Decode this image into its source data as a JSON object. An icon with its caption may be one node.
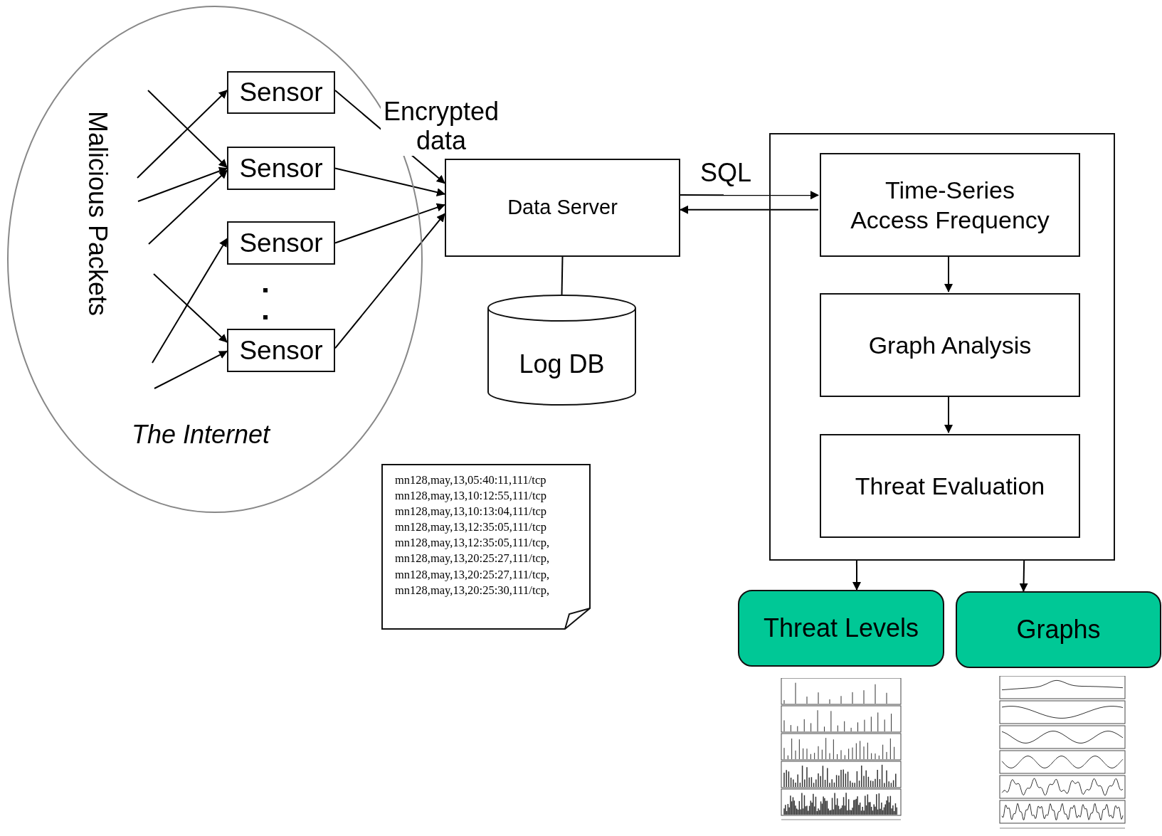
{
  "diagram": {
    "nodes": [
      {
        "text": [
          "The Internet"
        ]
      },
      {
        "text": [
          "Sensor"
        ],
        "in": 0
      },
      {
        "text": [
          "Sensor"
        ],
        "in": 0
      },
      {
        "text": [
          "Sensor"
        ],
        "in": 0
      },
      {
        "text": [
          "Sensor"
        ],
        "in": 0
      },
      {
        "text": [
          "Data Server"
        ]
      },
      {
        "text": [
          "Log DB"
        ]
      },
      {
        "text": [],
        "shape": "box"
      },
      {
        "text": [
          "Time-Series Access Frequency"
        ],
        "in": 7
      },
      {
        "text": [
          "Graph Analysis"
        ],
        "in": 7
      },
      {
        "text": [
          "Threat Evaluation"
        ],
        "in": 7
      },
      {
        "text": [
          "Threat Levels"
        ]
      },
      {
        "text": [
          "Graphs"
        ]
      },
      {
        "text": [
          "mn128,may,13,05:40:11,111/tcp",
          "mn128,may,13,10:12:55,111/tcp",
          "mn128,may,13,10:13:04,111/tcp",
          "mn128,may,13,12:35:05,111/tcp",
          "mn128,may,13,12:35:05,111/tcp,",
          "mn128,may,13,20:25:27,111/tcp,",
          "mn128,may,13,20:25:27,111/tcp,",
          "mn128,may,13,20:25:30,111/tcp,"
        ]
      }
    ],
    "edges": [
      {
        "from": null,
        "to": 1,
        "arrow": "to"
      },
      {
        "from": null,
        "to": 2,
        "arrow": "to"
      },
      {
        "from": null,
        "to": 2,
        "arrow": "to"
      },
      {
        "from": null,
        "to": 2,
        "arrow": "to"
      },
      {
        "from": null,
        "to": 3,
        "arrow": "to"
      },
      {
        "from": null,
        "to": 4,
        "arrow": "to"
      },
      {
        "from": null,
        "to": 4,
        "arrow": "to"
      },
      {
        "from": 1,
        "to": 5,
        "arrow": "to",
        "label": "Encrypted data"
      },
      {
        "from": 2,
        "to": 5,
        "arrow": "to"
      },
      {
        "from": 3,
        "to": 5,
        "arrow": "to"
      },
      {
        "from": 4,
        "to": 5,
        "arrow": "to"
      },
      {
        "from": 5,
        "to": 6,
        "arrow": "none"
      },
      {
        "from": 5,
        "to": 8,
        "arrow": "to",
        "label": "SQL"
      },
      {
        "from": 8,
        "to": 5,
        "arrow": "to"
      },
      {
        "from": 8,
        "to": 9,
        "arrow": "to"
      },
      {
        "from": 9,
        "to": 10,
        "arrow": "to"
      },
      {
        "from": 7,
        "to": 11,
        "arrow": "to"
      },
      {
        "from": 7,
        "to": 12,
        "arrow": "to"
      }
    ],
    "labels": [
      "Malicious Packets"
    ]
  }
}
